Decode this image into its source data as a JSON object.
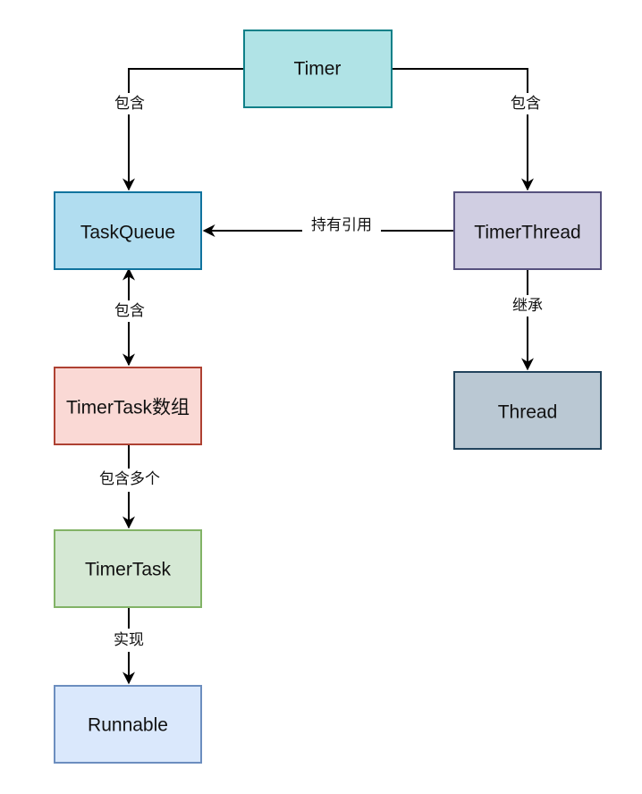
{
  "nodes": {
    "timer": {
      "label": "Timer",
      "fill": "#b0e3e6",
      "stroke": "#0e8088"
    },
    "taskqueue": {
      "label": "TaskQueue",
      "fill": "#b1ddf0",
      "stroke": "#10739e"
    },
    "timerthread": {
      "label": "TimerThread",
      "fill": "#d0cee2",
      "stroke": "#56517e"
    },
    "timertaskarr": {
      "label": "TimerTask数组",
      "fill": "#fad9d5",
      "stroke": "#ae4132"
    },
    "thread": {
      "label": "Thread",
      "fill": "#bac8d3",
      "stroke": "#23445d"
    },
    "timertask": {
      "label": "TimerTask",
      "fill": "#d5e8d4",
      "stroke": "#82b366"
    },
    "runnable": {
      "label": "Runnable",
      "fill": "#dae8fc",
      "stroke": "#6c8ebf"
    }
  },
  "edges": {
    "timer_taskqueue": {
      "label": "包含"
    },
    "timer_timerthread": {
      "label": "包含"
    },
    "timerthread_taskqueue": {
      "label": "持有引用"
    },
    "taskqueue_timertaskarr": {
      "label": "包含"
    },
    "timerthread_thread": {
      "label": "继承"
    },
    "timertaskarr_timertask": {
      "label": "包含多个"
    },
    "timertask_runnable": {
      "label": "实现"
    }
  }
}
